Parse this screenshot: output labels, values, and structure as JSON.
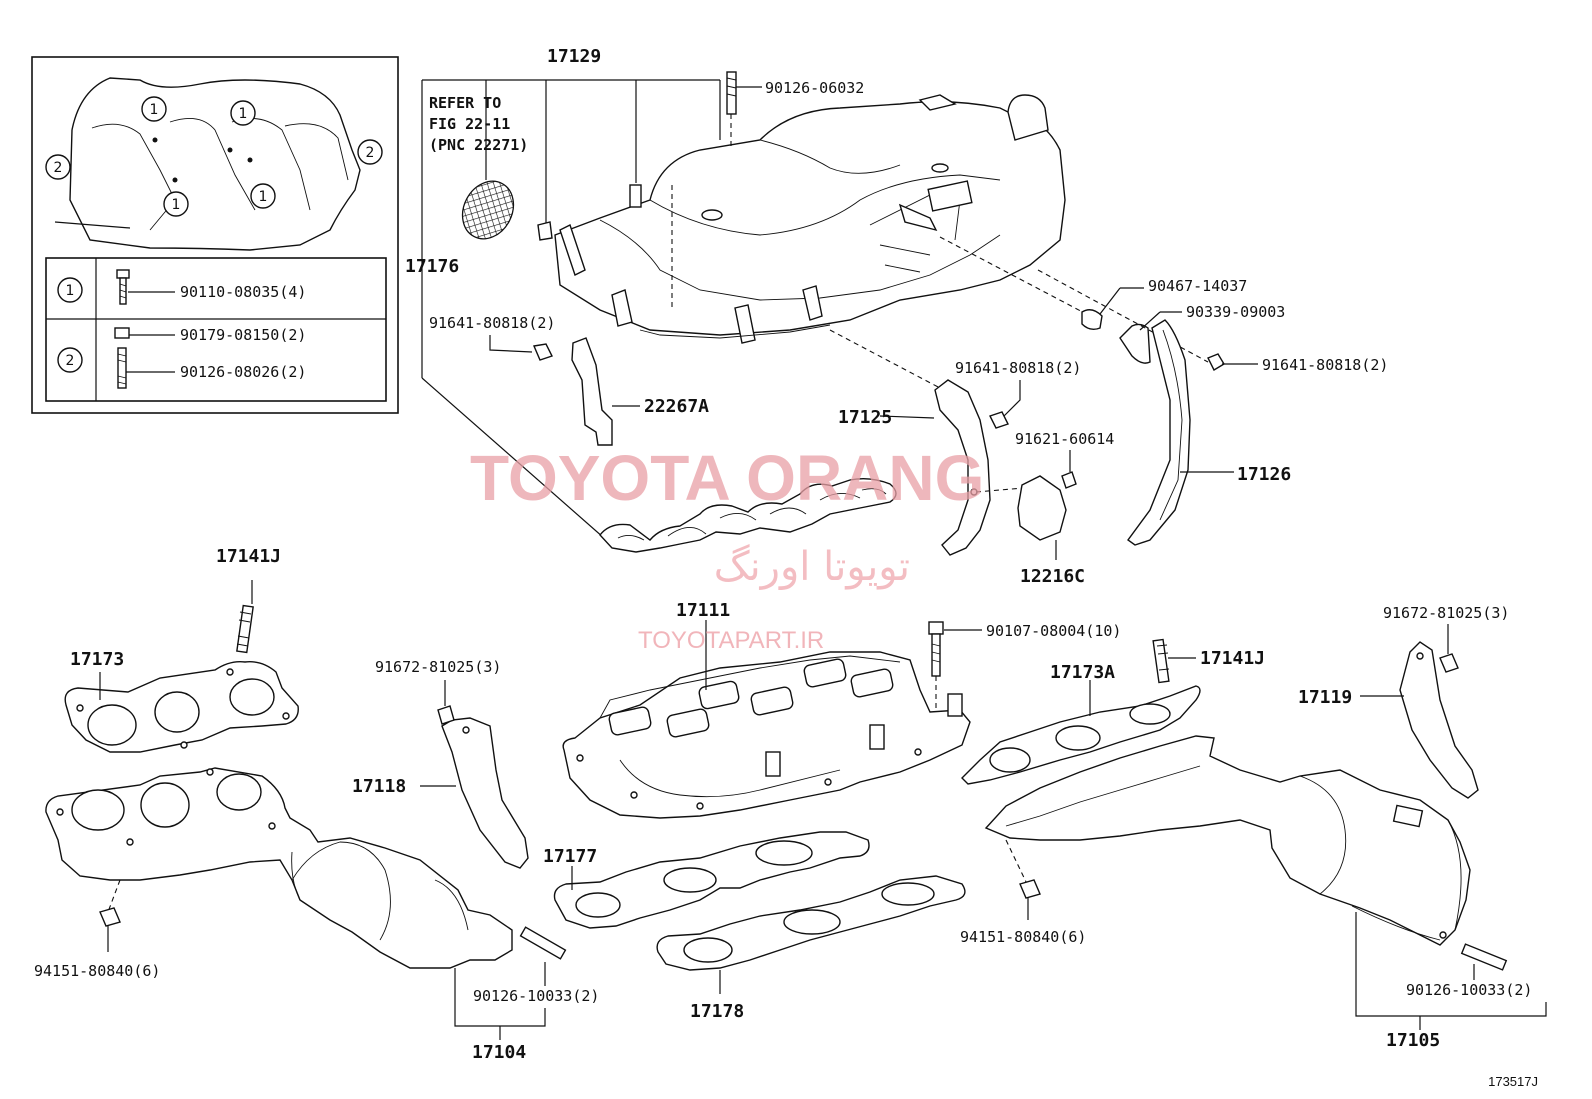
{
  "inset": {
    "legend": [
      {
        "key": "1",
        "parts": [
          "90110-08035(4)"
        ]
      },
      {
        "key": "2",
        "parts": [
          "90179-08150(2)",
          "90126-08026(2)"
        ]
      }
    ]
  },
  "note": {
    "lines": [
      "REFER TO",
      "FIG 22-11",
      "(PNC 22271)"
    ]
  },
  "parts": {
    "p17129": "17129",
    "p90126_06032": "90126-06032",
    "p17176": "17176",
    "p91641_80818_a": "91641-80818(2)",
    "p22267A": "22267A",
    "p90467_14037": "90467-14037",
    "p90339_09003": "90339-09003",
    "p91641_80818_b": "91641-80818(2)",
    "p91641_80818_c": "91641-80818(2)",
    "p17125": "17125",
    "p91621_60614": "91621-60614",
    "p17126": "17126",
    "p12216C": "12216C",
    "p17141J_a": "17141J",
    "p17173": "17173",
    "p91672_81025_a": "91672-81025(3)",
    "p17118": "17118",
    "p17111": "17111",
    "p90107_08004": "90107-08004(10)",
    "p17141J_b": "17141J",
    "p17173A": "17173A",
    "p91672_81025_b": "91672-81025(3)",
    "p17119": "17119",
    "p17177": "17177",
    "p94151_80840_a": "94151-80840(6)",
    "p90126_10033_a": "90126-10033(2)",
    "p17104": "17104",
    "p17178": "17178",
    "p94151_80840_b": "94151-80840(6)",
    "p90126_10033_b": "90126-10033(2)",
    "p17105": "17105"
  },
  "watermark": {
    "brand": "TOYOTA ORANG",
    "brand_fa": "تویوتا اورنگ",
    "site": "TOYOTAPART.IR"
  },
  "figure_id": "173517J"
}
